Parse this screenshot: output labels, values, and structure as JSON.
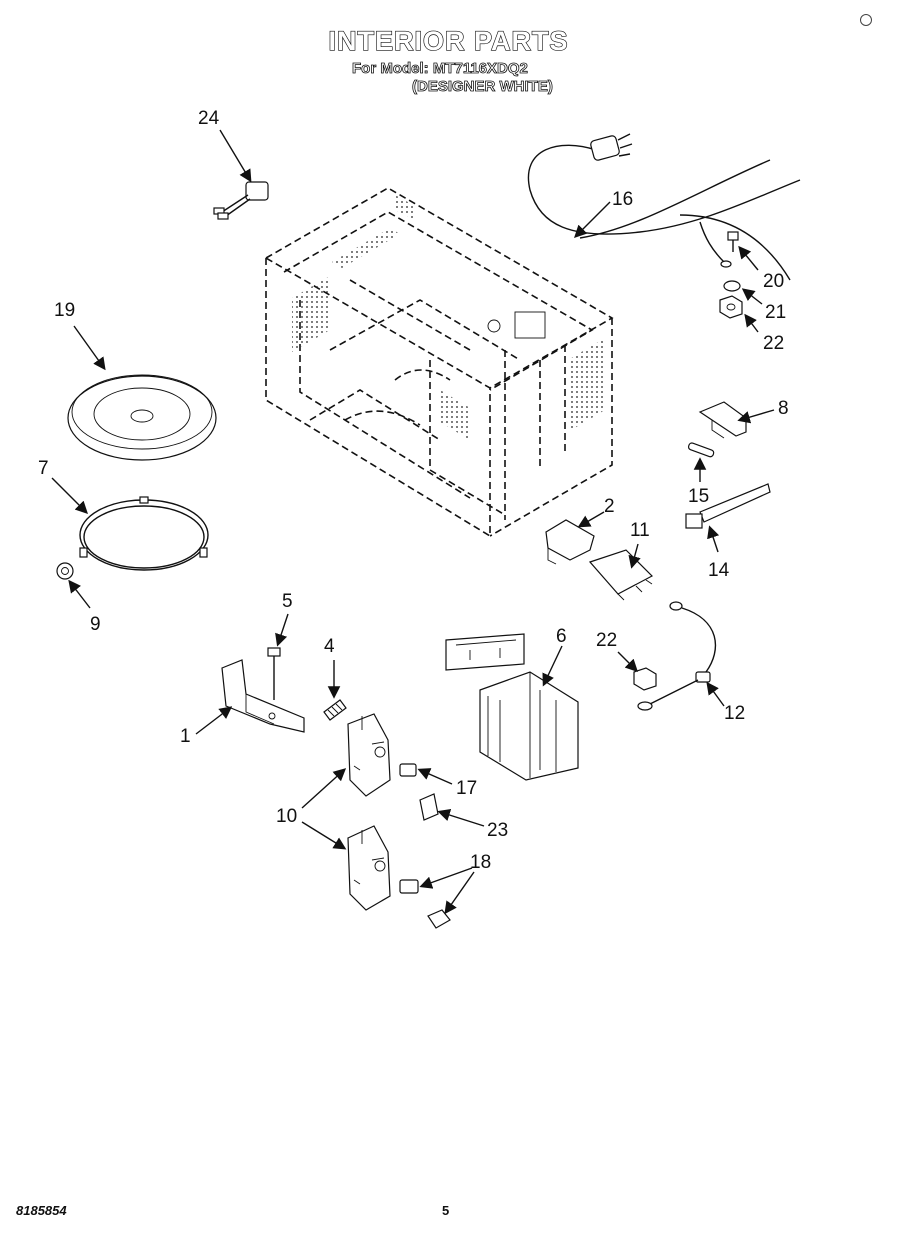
{
  "header": {
    "title": "INTERIOR PARTS",
    "model_line": "For Model: MT7116XDQ2",
    "color_line": "(DESIGNER WHITE)"
  },
  "footer": {
    "part_number": "8185854",
    "page_number": "5"
  },
  "callouts": {
    "c1": "1",
    "c2": "2",
    "c4": "4",
    "c5": "5",
    "c6": "6",
    "c7": "7",
    "c8": "8",
    "c9": "9",
    "c10": "10",
    "c11": "11",
    "c12": "12",
    "c14": "14",
    "c15": "15",
    "c16": "16",
    "c17": "17",
    "c18": "18",
    "c19": "19",
    "c20": "20",
    "c21": "21",
    "c22a": "22",
    "c22b": "22",
    "c23": "23",
    "c24": "24"
  }
}
